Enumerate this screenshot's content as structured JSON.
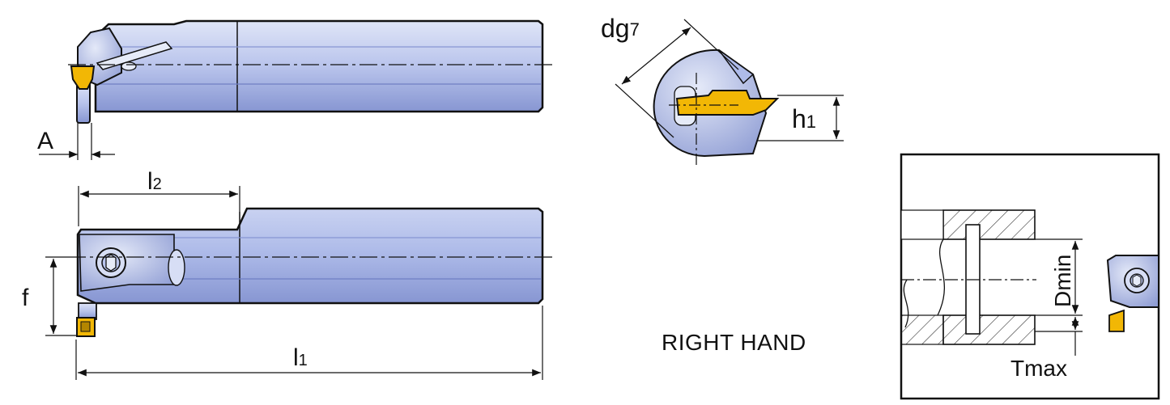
{
  "labels": {
    "a": "A",
    "l2": "l2",
    "f": "f",
    "l1": "l1",
    "dg7": "dg7",
    "h1": "h1",
    "dmin": "Dmin",
    "tmax": "Tmax"
  },
  "caption": "RIGHT HAND",
  "colors": {
    "body_light": "#dfe5f7",
    "body_mid": "#b9c4ec",
    "body_dark": "#8796d2",
    "insert": "#f2b705",
    "insert_dark": "#b38600",
    "outline": "#111111"
  }
}
